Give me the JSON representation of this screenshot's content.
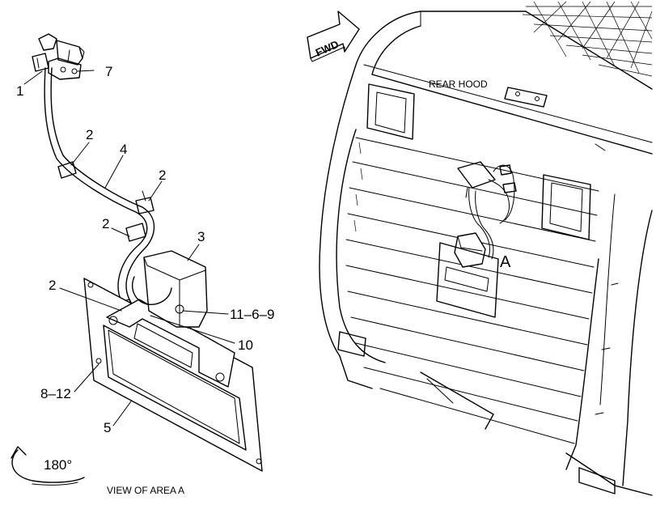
{
  "callouts": {
    "c1": "1",
    "c7": "7",
    "c2a": "2",
    "c4": "4",
    "c2b": "2",
    "c2c": "2",
    "c3": "3",
    "c2d": "2",
    "c11": "11–6–9",
    "c10": "10",
    "c8": "8–12",
    "c5": "5"
  },
  "captions": {
    "rotation": "180°",
    "view": "VIEW OF AREA A",
    "rear_hood": "REAR HOOD",
    "area": "A",
    "fwd": "FWD"
  }
}
